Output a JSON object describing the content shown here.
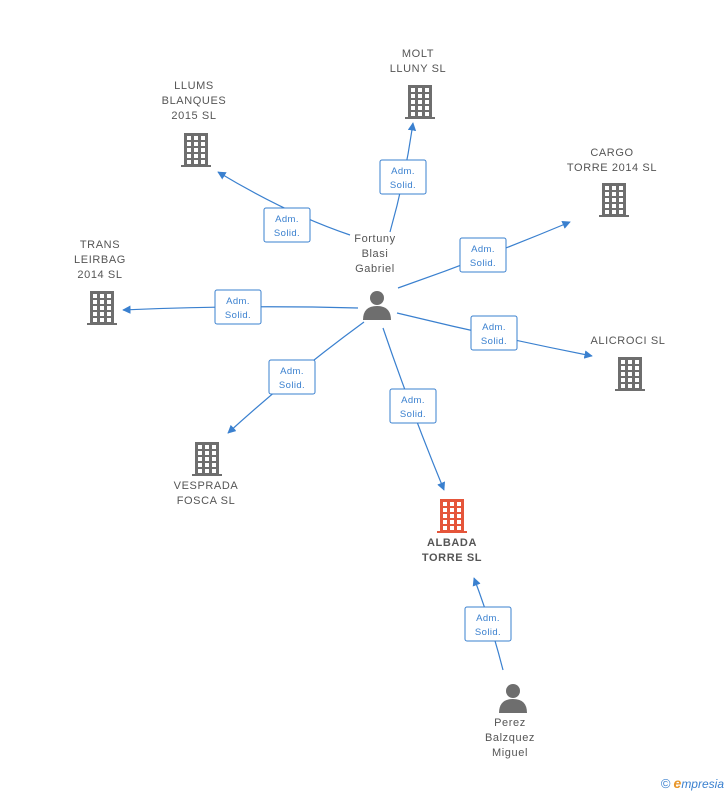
{
  "colors": {
    "accent": "#3a80cf",
    "node_gray": "#6e6e6e",
    "main_node": "#e5553a",
    "label": "#555555"
  },
  "icons": {
    "company": "building-icon",
    "person": "person-icon"
  },
  "edge_label": [
    "Adm.",
    "Solid."
  ],
  "nodes": [
    {
      "id": "fortuny",
      "type": "person",
      "lines": [
        "Fortuny",
        "Blasi",
        "Gabriel"
      ]
    },
    {
      "id": "perez",
      "type": "person",
      "lines": [
        "Perez",
        "Balzquez",
        "Miguel"
      ]
    },
    {
      "id": "albada",
      "type": "company",
      "main": true,
      "lines": [
        "ALBADA",
        "TORRE SL"
      ]
    },
    {
      "id": "molt",
      "type": "company",
      "lines": [
        "MOLT",
        "LLUNY SL"
      ]
    },
    {
      "id": "llums",
      "type": "company",
      "lines": [
        "LLUMS",
        "BLANQUES",
        "2015 SL"
      ]
    },
    {
      "id": "cargo",
      "type": "company",
      "lines": [
        "CARGO",
        "TORRE 2014 SL"
      ]
    },
    {
      "id": "trans",
      "type": "company",
      "lines": [
        "TRANS",
        "LEIRBAG",
        "2014 SL"
      ]
    },
    {
      "id": "alicroci",
      "type": "company",
      "lines": [
        "ALICROCI SL"
      ]
    },
    {
      "id": "vesprada",
      "type": "company",
      "lines": [
        "VESPRADA",
        "FOSCA SL"
      ]
    }
  ],
  "edges": [
    {
      "from": "fortuny",
      "to": "molt"
    },
    {
      "from": "fortuny",
      "to": "llums"
    },
    {
      "from": "fortuny",
      "to": "cargo"
    },
    {
      "from": "fortuny",
      "to": "trans"
    },
    {
      "from": "fortuny",
      "to": "alicroci"
    },
    {
      "from": "fortuny",
      "to": "vesprada"
    },
    {
      "from": "fortuny",
      "to": "albada"
    },
    {
      "from": "perez",
      "to": "albada"
    }
  ],
  "brand": {
    "copyright": "©",
    "initial": "e",
    "name": "mpresia"
  }
}
